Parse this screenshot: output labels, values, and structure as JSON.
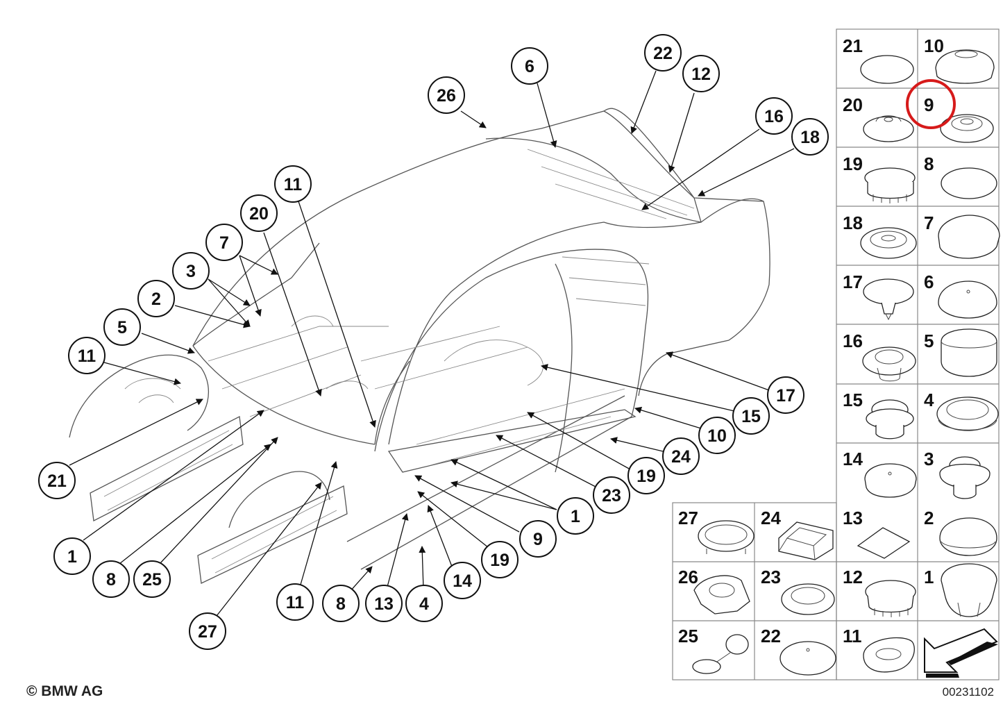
{
  "callouts": [
    "6",
    "22",
    "12",
    "26",
    "16",
    "18",
    "11",
    "20",
    "7",
    "3",
    "2",
    "5",
    "11",
    "17",
    "15",
    "10",
    "24",
    "19",
    "23",
    "1",
    "9",
    "19",
    "14",
    "4",
    "13",
    "8",
    "11",
    "27",
    "25",
    "8",
    "1",
    "21"
  ],
  "grid_cells": [
    "21",
    "10",
    "20",
    "9",
    "19",
    "8",
    "18",
    "7",
    "17",
    "6",
    "16",
    "5",
    "15",
    "4",
    "14",
    "3",
    "27",
    "24",
    "13",
    "2",
    "26",
    "23",
    "12",
    "1",
    "25",
    "22",
    "11"
  ],
  "highlight": {
    "label": "9",
    "color": "#d61a1a"
  },
  "footer": {
    "copyright": "© BMW AG",
    "image_code": "00231102"
  }
}
